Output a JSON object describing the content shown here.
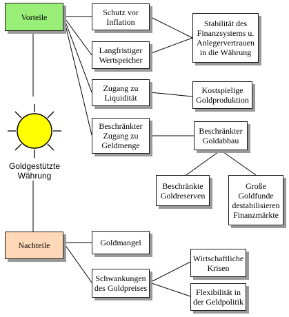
{
  "colors": {
    "vorteile_fill": "#99ee77",
    "nachteile_fill": "#ffd8b8",
    "sun_fill": "#ffff00",
    "line": "#000000"
  },
  "center": {
    "label": "Goldgestützte\nWährung",
    "icon": "sun-icon"
  },
  "vorteile": {
    "label": "Vorteile",
    "items": [
      "Schutz vor\nInflation",
      "Langfristiger\nWertspeicher",
      "Zugang zu\nLiquidität",
      "Beschränkter\nZugang zu\nGeldmenge"
    ],
    "outcomes": [
      "Stabilität des\nFinanzsystems u.\nAnlegervertrauen\nin die Währung",
      "Kostspielige\nGoldproduktion",
      "Beschränkter\nGoldabbau"
    ],
    "sub_outcomes": [
      "Beschränkte\nGoldreserven",
      "Große\nGoldfunde\ndestabilisieren\nFinanzmärkte"
    ]
  },
  "nachteile": {
    "label": "Nachteile",
    "items": [
      "Goldmangel",
      "Schwankungen\ndes Goldpreises"
    ],
    "outcomes": [
      "Wirtschaftliche\nKrisen",
      "Flexibilität in\nder Geldpolitik"
    ]
  }
}
